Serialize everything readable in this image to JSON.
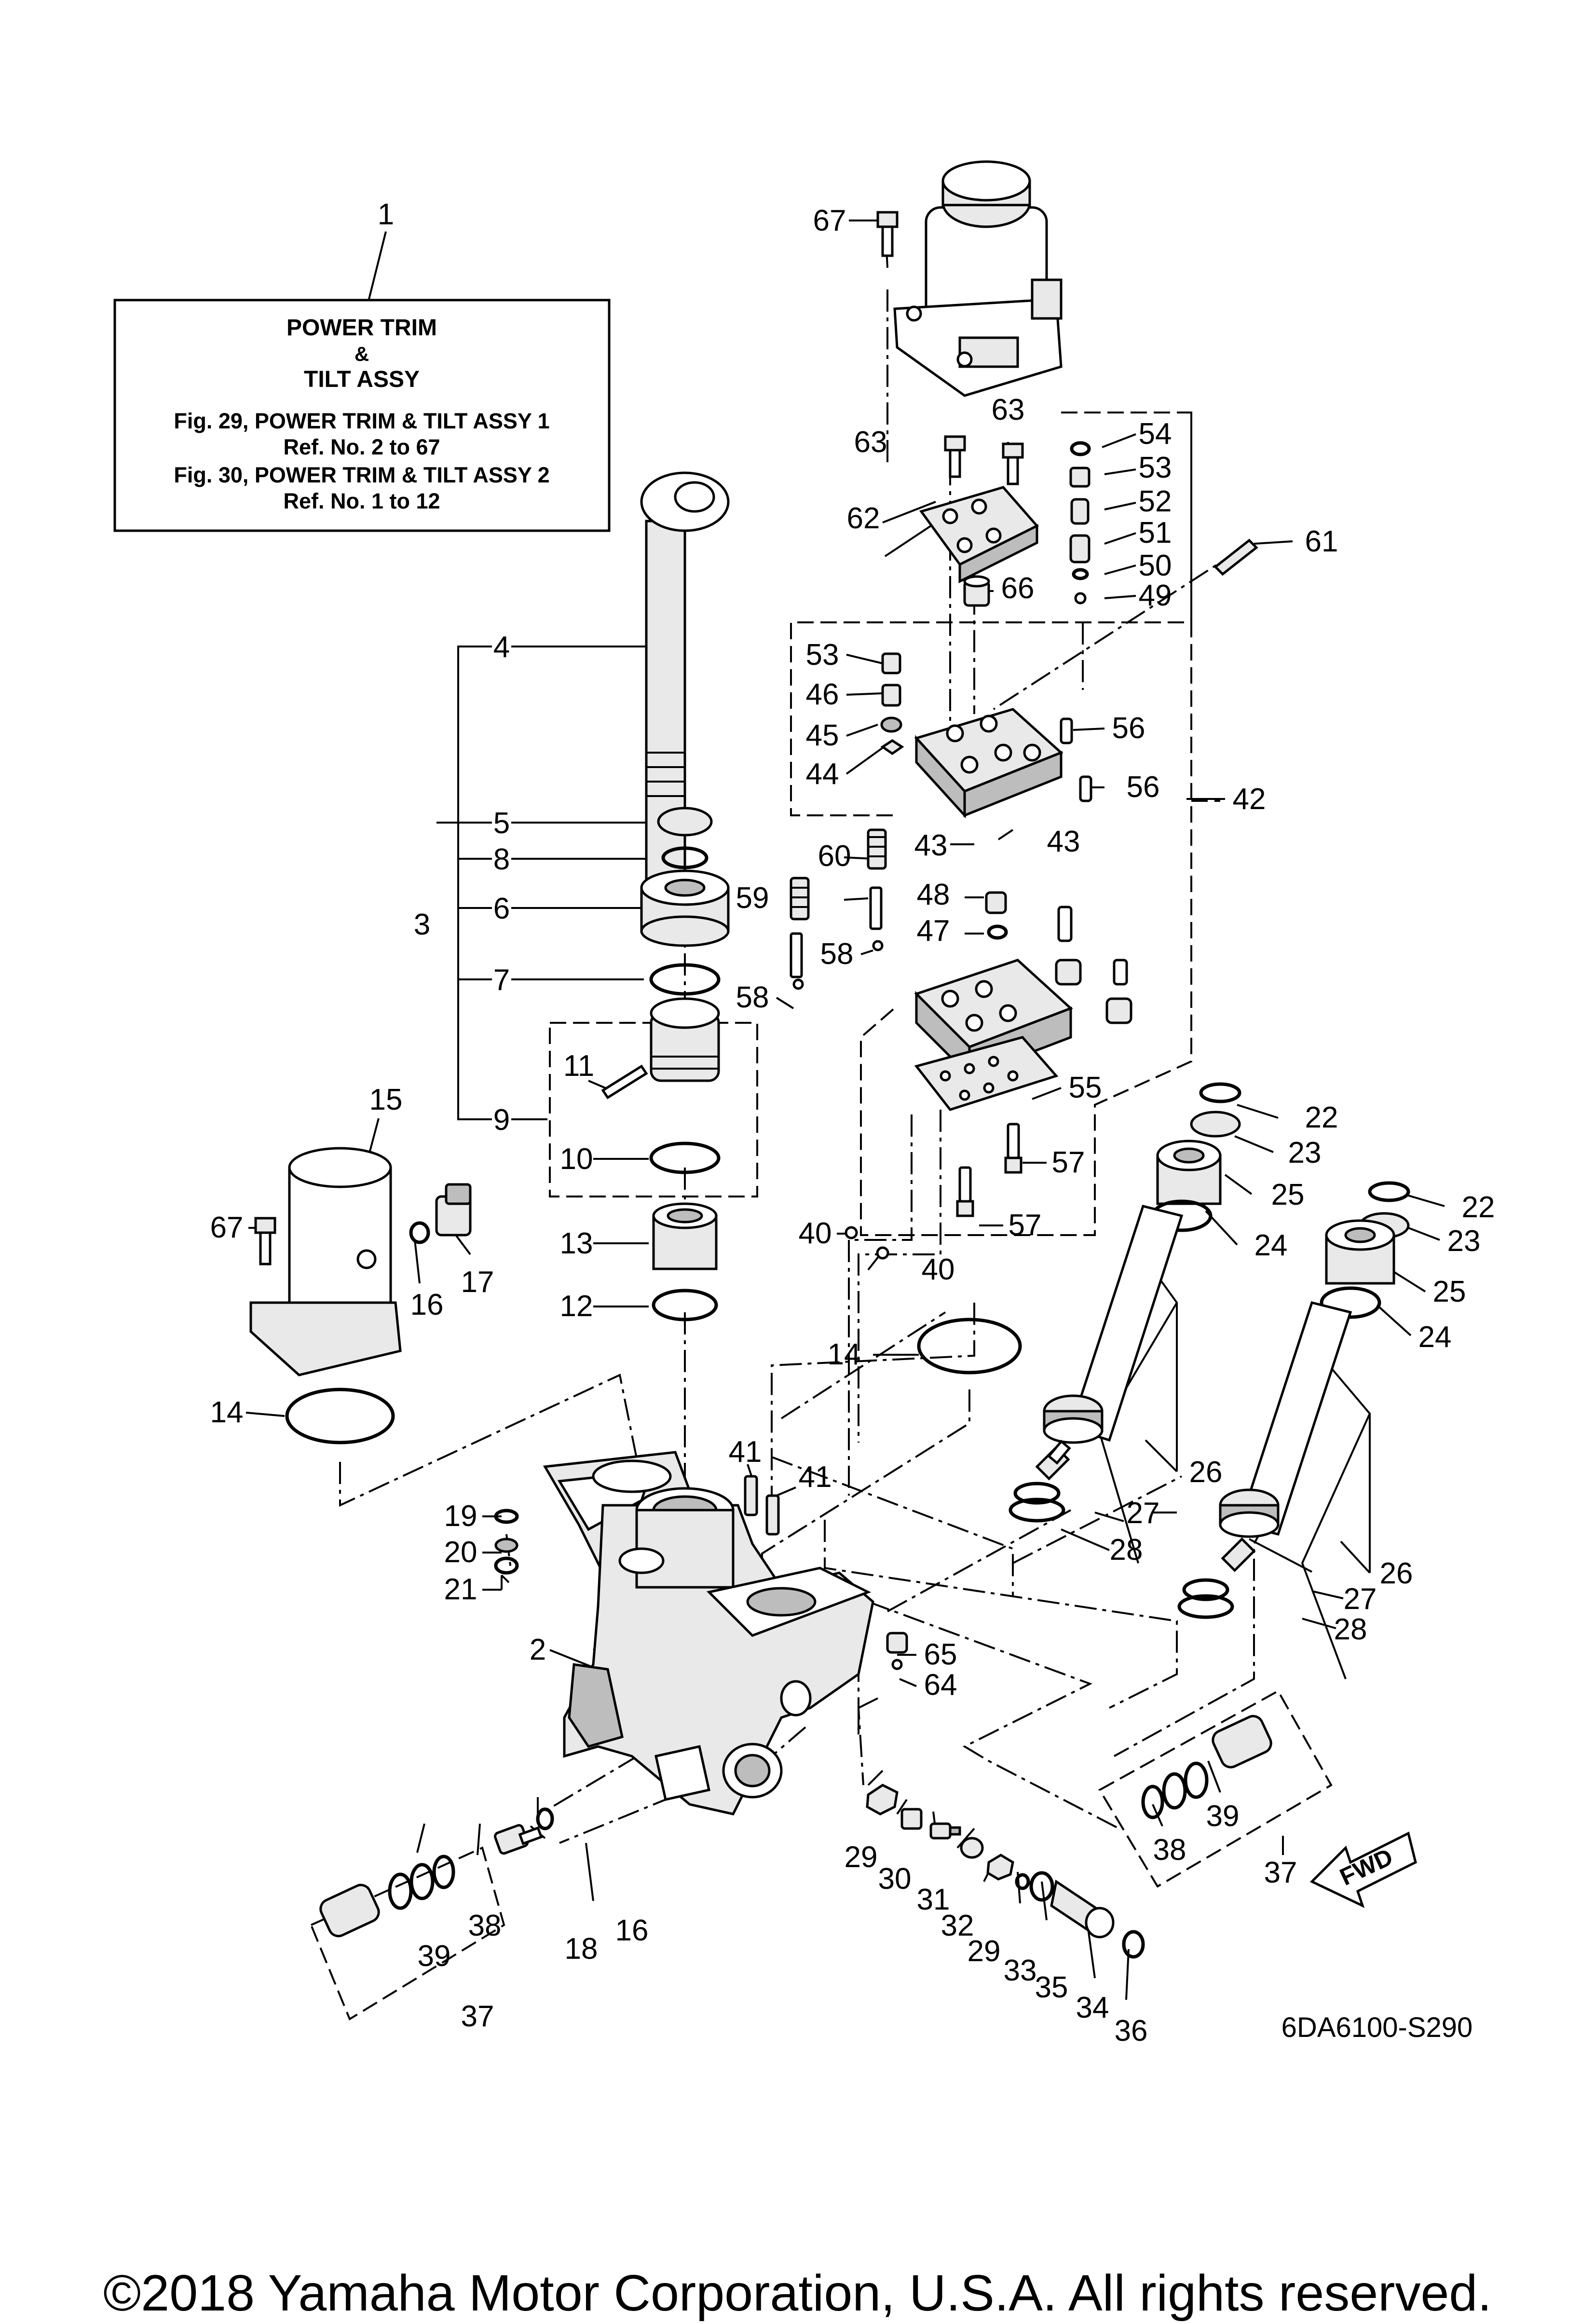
{
  "info_box": {
    "ref": "1",
    "title_line1": "POWER TRIM",
    "title_line2": "&",
    "title_line3": "TILT ASSY",
    "ref_line1": "Fig. 29, POWER TRIM & TILT ASSY 1",
    "ref_line2": "Ref. No. 2 to 67",
    "ref_line3": "Fig. 30, POWER TRIM & TILT ASSY 2",
    "ref_line4": "Ref. No. 1 to 12"
  },
  "callouts": [
    {
      "id": "c67a",
      "text": "67"
    },
    {
      "id": "c63a",
      "text": "63"
    },
    {
      "id": "c63b",
      "text": "63"
    },
    {
      "id": "c62",
      "text": "62"
    },
    {
      "id": "c66",
      "text": "66"
    },
    {
      "id": "c54",
      "text": "54"
    },
    {
      "id": "c53a",
      "text": "53"
    },
    {
      "id": "c52",
      "text": "52"
    },
    {
      "id": "c51",
      "text": "51"
    },
    {
      "id": "c50",
      "text": "50"
    },
    {
      "id": "c49",
      "text": "49"
    },
    {
      "id": "c61",
      "text": "61"
    },
    {
      "id": "c53b",
      "text": "53"
    },
    {
      "id": "c46",
      "text": "46"
    },
    {
      "id": "c45",
      "text": "45"
    },
    {
      "id": "c44",
      "text": "44"
    },
    {
      "id": "c56a",
      "text": "56"
    },
    {
      "id": "c56b",
      "text": "56"
    },
    {
      "id": "c42",
      "text": "42"
    },
    {
      "id": "c43a",
      "text": "43"
    },
    {
      "id": "c43b",
      "text": "43"
    },
    {
      "id": "c60",
      "text": "60"
    },
    {
      "id": "c59",
      "text": "59"
    },
    {
      "id": "c48",
      "text": "48"
    },
    {
      "id": "c47",
      "text": "47"
    },
    {
      "id": "c58a",
      "text": "58"
    },
    {
      "id": "c58b",
      "text": "58"
    },
    {
      "id": "c55",
      "text": "55"
    },
    {
      "id": "c57a",
      "text": "57"
    },
    {
      "id": "c57b",
      "text": "57"
    },
    {
      "id": "c40a",
      "text": "40"
    },
    {
      "id": "c40b",
      "text": "40"
    },
    {
      "id": "c4",
      "text": "4"
    },
    {
      "id": "c5",
      "text": "5"
    },
    {
      "id": "c8",
      "text": "8"
    },
    {
      "id": "c6",
      "text": "6"
    },
    {
      "id": "c3",
      "text": "3"
    },
    {
      "id": "c7",
      "text": "7"
    },
    {
      "id": "c11",
      "text": "11"
    },
    {
      "id": "c9",
      "text": "9"
    },
    {
      "id": "c10",
      "text": "10"
    },
    {
      "id": "c13",
      "text": "13"
    },
    {
      "id": "c12",
      "text": "12"
    },
    {
      "id": "c14a",
      "text": "14"
    },
    {
      "id": "c14b",
      "text": "14"
    },
    {
      "id": "c15",
      "text": "15"
    },
    {
      "id": "c67b",
      "text": "67"
    },
    {
      "id": "c16a",
      "text": "16"
    },
    {
      "id": "c17",
      "text": "17"
    },
    {
      "id": "c22a",
      "text": "22"
    },
    {
      "id": "c23a",
      "text": "23"
    },
    {
      "id": "c25a",
      "text": "25"
    },
    {
      "id": "c24a",
      "text": "24"
    },
    {
      "id": "c22b",
      "text": "22"
    },
    {
      "id": "c23b",
      "text": "23"
    },
    {
      "id": "c25b",
      "text": "25"
    },
    {
      "id": "c24b",
      "text": "24"
    },
    {
      "id": "c26a",
      "text": "26"
    },
    {
      "id": "c27a",
      "text": "27"
    },
    {
      "id": "c28a",
      "text": "28"
    },
    {
      "id": "c26b",
      "text": "26"
    },
    {
      "id": "c27b",
      "text": "27"
    },
    {
      "id": "c28b",
      "text": "28"
    },
    {
      "id": "c41a",
      "text": "41"
    },
    {
      "id": "c41b",
      "text": "41"
    },
    {
      "id": "c19",
      "text": "19"
    },
    {
      "id": "c20",
      "text": "20"
    },
    {
      "id": "c21",
      "text": "21"
    },
    {
      "id": "c2",
      "text": "2"
    },
    {
      "id": "c65",
      "text": "65"
    },
    {
      "id": "c64",
      "text": "64"
    },
    {
      "id": "c29a",
      "text": "29"
    },
    {
      "id": "c30",
      "text": "30"
    },
    {
      "id": "c31",
      "text": "31"
    },
    {
      "id": "c32",
      "text": "32"
    },
    {
      "id": "c29b",
      "text": "29"
    },
    {
      "id": "c33",
      "text": "33"
    },
    {
      "id": "c35",
      "text": "35"
    },
    {
      "id": "c34",
      "text": "34"
    },
    {
      "id": "c36",
      "text": "36"
    },
    {
      "id": "c38a",
      "text": "38"
    },
    {
      "id": "c39a",
      "text": "39"
    },
    {
      "id": "c37a",
      "text": "37"
    },
    {
      "id": "c38b",
      "text": "38"
    },
    {
      "id": "c39b",
      "text": "39"
    },
    {
      "id": "c37b",
      "text": "37"
    },
    {
      "id": "c18",
      "text": "18"
    },
    {
      "id": "c16b",
      "text": "16"
    }
  ],
  "fwd_label": "FWD",
  "diagram_code": "6DA6100-S290",
  "copyright": "©2018 Yamaha Motor Corporation, U.S.A. All rights reserved."
}
